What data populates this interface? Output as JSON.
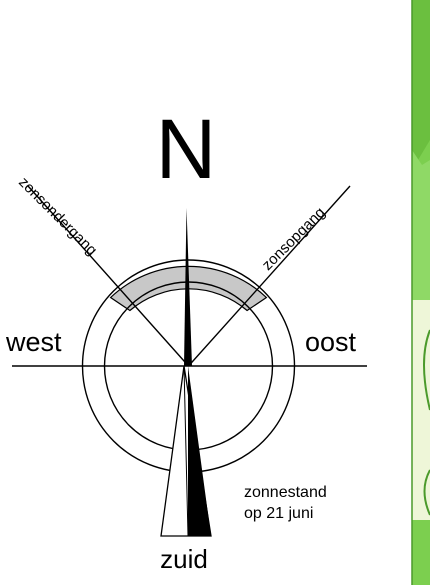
{
  "compass": {
    "north": "N",
    "west": "west",
    "east": "oost",
    "south": "zuid",
    "sunset": "zonsondergang",
    "sunrise": "zonsopgang"
  },
  "note": {
    "line1": "zonnestand",
    "line2": "op 21 juni"
  },
  "colors": {
    "arc_fill": "#c8c8c8",
    "map_green": "#7ccf4f",
    "map_green_dark": "#4b9a2b",
    "map_light": "#eef6d8"
  }
}
